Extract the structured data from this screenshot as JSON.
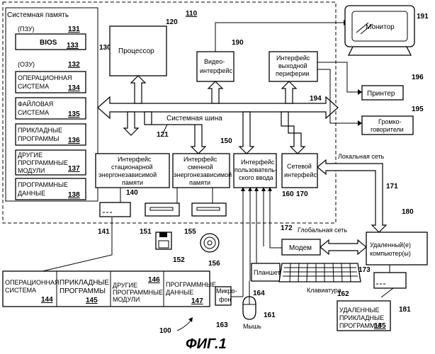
{
  "figure_title": "ФИГ.1",
  "figure_ref": "100",
  "computer_ref": "110",
  "system_memory": {
    "label": "Системная память",
    "ref": "130",
    "rom": {
      "label": "(ПЗУ)",
      "ref": "131"
    },
    "bios": {
      "label": "BIOS",
      "ref": "133"
    },
    "ram": {
      "label": "(ОЗУ)",
      "ref": "132"
    },
    "os": {
      "line1": "ОПЕРАЦИОННАЯ",
      "line2": "СИСТЕМА",
      "ref": "134"
    },
    "fs": {
      "line1": "ФАЙЛОВАЯ",
      "line2": "СИСТЕМА",
      "ref": "135"
    },
    "apps": {
      "line1": "ПРИКЛАДНЫЕ",
      "line2": "ПРОГРАММЫ",
      "ref": "136"
    },
    "modules": {
      "line1": "ДРУГИЕ",
      "line2": "ПРОГРАММНЫЕ",
      "line3": "МОДУЛИ",
      "ref": "137"
    },
    "data": {
      "line1": "ПРОГРАММНЫЕ",
      "line2": "ДАННЫЕ",
      "ref": "138"
    }
  },
  "processor": {
    "label": "Процессор",
    "ref": "120"
  },
  "video": {
    "line1": "Видео-",
    "line2": "интерфейс",
    "ref": "190"
  },
  "output": {
    "line1": "Интерфейс",
    "line2": "выходной",
    "line3": "периферии",
    "ref": "194"
  },
  "monitor": {
    "label": "Монитор",
    "ref": "191"
  },
  "printer": {
    "label": "Принтер",
    "ref": "196"
  },
  "speakers": {
    "line1": "Громко-",
    "line2": "говорители",
    "ref": "195"
  },
  "bus": {
    "label": "Системная шина",
    "ref": "121"
  },
  "nonremovable": {
    "line1": "Интерфейс",
    "line2": "стационарной",
    "line3": "энергонезависимой",
    "line4": "памяти",
    "ref": "140"
  },
  "removable": {
    "line1": "Интерфейс",
    "line2": "сменной",
    "line3": "энергонезависимой",
    "line4": "памяти",
    "ref": "150"
  },
  "user_input": {
    "line1": "Интерфейс",
    "line2": "пользователь-",
    "line3": "ского ввода",
    "ref": "160"
  },
  "network": {
    "line1": "Сетевой",
    "line2": "интерфейс",
    "ref": "170"
  },
  "lan": {
    "label": "Локальная сеть",
    "ref": "171"
  },
  "wan": {
    "label": "Глобальная сеть",
    "ref": "173"
  },
  "modem": {
    "label": "Модем",
    "ref": "172"
  },
  "remote": {
    "line1": "Удаленный(е)",
    "line2": "компьютер(ы)",
    "ref": "180"
  },
  "remote_apps": {
    "line1": "УДАЛЕННЫЕ",
    "line2": "ПРИКЛАДНЫЕ",
    "line3": "ПРОГРАММЫ",
    "ref": "185"
  },
  "remote_disk_ref": "181",
  "hdd_ref": "141",
  "floppy_drive_ref": "151",
  "floppy_ref": "152",
  "cd_drive_ref": "155",
  "cd_ref": "156",
  "tablet": {
    "label": "Планшет",
    "ref": "164"
  },
  "mic": {
    "line1": "Микро-",
    "line2": "фон",
    "ref": "163"
  },
  "keyboard": {
    "label": "Клавиатура",
    "ref": "162"
  },
  "mouse": {
    "label": "Мышь",
    "ref": "161"
  },
  "disk_contents": {
    "os": {
      "line1": "ОПЕРАЦИОННАЯ",
      "line2": "СИСТЕМА",
      "ref": "144"
    },
    "apps": {
      "line1": "ПРИКЛАДНЫЕ",
      "line2": "ПРОГРАММЫ",
      "ref": "145"
    },
    "modules": {
      "line1": "ДРУГИЕ",
      "line2": "ПРОГРАММНЫЕ",
      "line3": "МОДУЛИ",
      "ref": "146"
    },
    "data": {
      "line1": "ПРОГРАММНЫЕ",
      "line2": "ДАННЫЕ",
      "ref": "147"
    }
  }
}
